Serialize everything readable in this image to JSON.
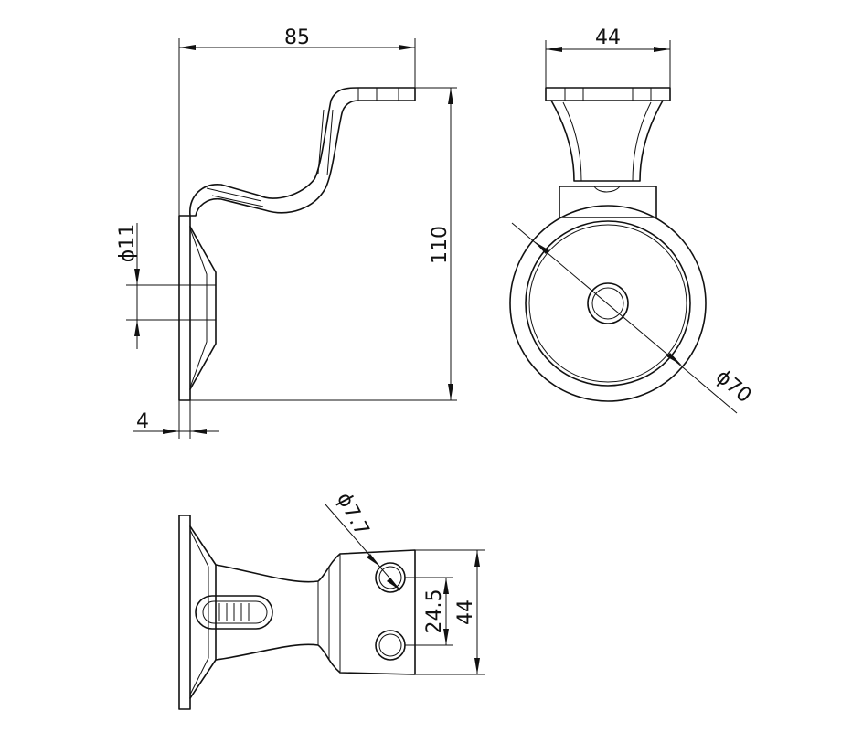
{
  "dimensions": {
    "side_width": "85",
    "side_height": "110",
    "hole_diameter": "ϕ11",
    "plate_thickness": "4",
    "front_width": "44",
    "disc_diameter": "ϕ70",
    "bottom_hole_diameter": "ϕ7.7",
    "hole_spacing": "24.5",
    "bottom_width": "44"
  },
  "colors": {
    "line": "#111111",
    "background": "#ffffff"
  }
}
